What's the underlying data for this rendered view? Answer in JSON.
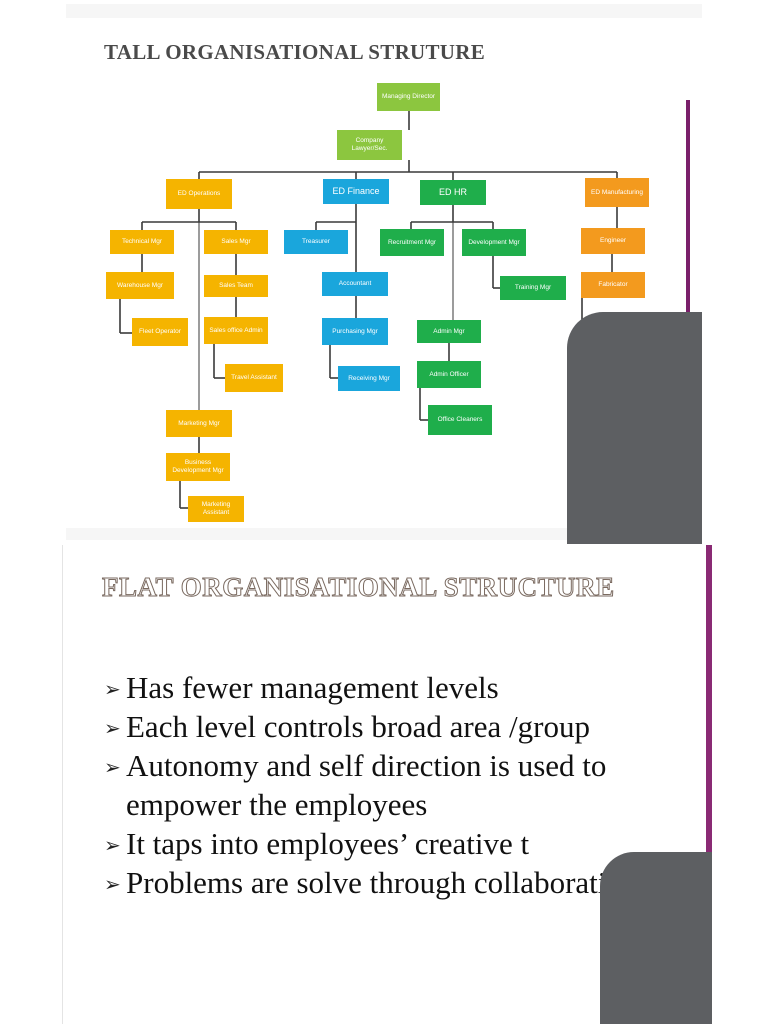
{
  "tall_slide": {
    "title": "TALL ORGANISATIONAL STRUTURE",
    "nodes": {
      "managing_director": "Managing Director",
      "company_lawyer": "Company Lawyer/Sec.",
      "ed_operations": "ED Operations",
      "ed_finance": "ED Finance",
      "ed_hr": "ED HR",
      "ed_manufacturing": "ED Manufacturing",
      "technical_mgr": "Technical Mgr",
      "sales_mgr": "Sales Mgr",
      "treasurer": "Treasurer",
      "recruitment_mgr": "Recruitment Mgr",
      "development_mgr": "Development Mgr",
      "engineer": "Engineer",
      "warehouse_mgr": "Warehouse Mgr",
      "sales_team": "Sales Team",
      "accountant": "Accountant",
      "training_mgr": "Training Mgr",
      "fabricator": "Fabricator",
      "fleet_operator": "Fleet Operator",
      "sales_office_admin": "Sales office Admin",
      "purchasing_mgr": "Purchasing Mgr",
      "admin_mgr": "Admin Mgr",
      "travel_assistant": "Travel Assistant",
      "receiving_mgr": "Receiving Mgr",
      "admin_officer": "Admin Officer",
      "office_cleaners": "Office Cleaners",
      "marketing_mgr": "Marketing Mgr",
      "business_development_mgr": "Business Development Mgr",
      "marketing_assistant": "Marketing Assistant"
    }
  },
  "flat_slide": {
    "title": "FLAT ORGANISATIONAL STRUCTURE",
    "bullet_marker": "➢",
    "bullets": [
      "Has fewer management levels",
      "Each level controls broad area /group",
      "Autonomy and self direction is used to empower the employees",
      "It taps into employees’ creative t",
      "Problems are solve through collaborations."
    ]
  },
  "colors": {
    "top_green": "#8cc63f",
    "dark_green": "#1fae4b",
    "yellow": "#f5b400",
    "orange": "#f39a1e",
    "blue": "#1aa6dc",
    "slide_edge_purple": "#7a1f6a",
    "overlay_gray": "#5d5f62"
  }
}
